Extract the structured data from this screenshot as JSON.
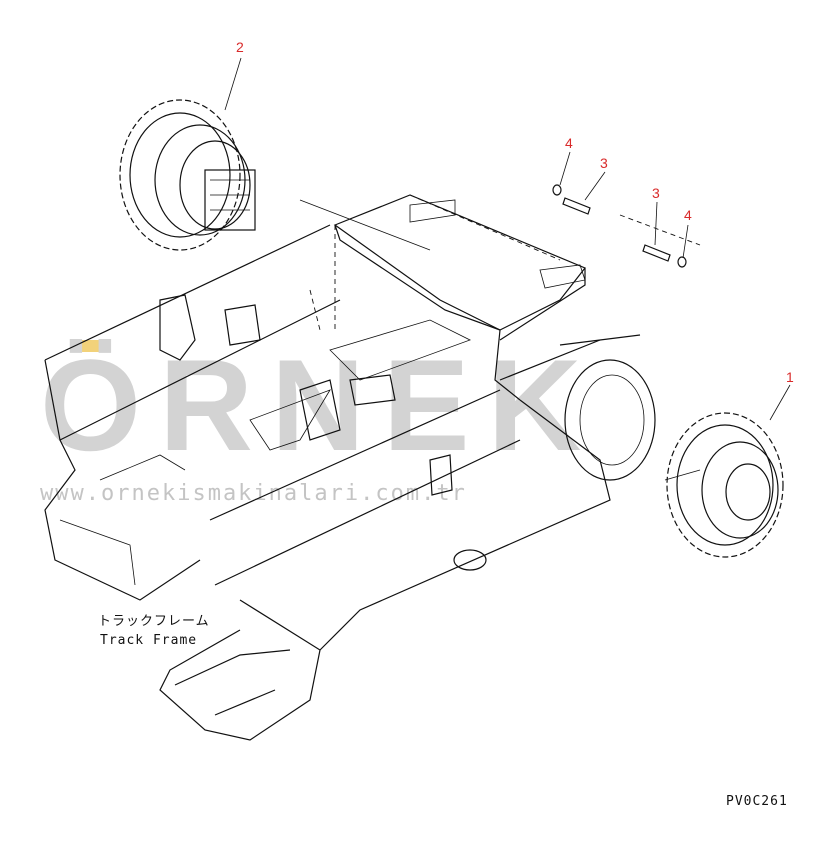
{
  "diagram": {
    "callouts": [
      {
        "id": "part-2",
        "label": "2"
      },
      {
        "id": "part-4a",
        "label": "4"
      },
      {
        "id": "part-3a",
        "label": "3"
      },
      {
        "id": "part-3b",
        "label": "3"
      },
      {
        "id": "part-4b",
        "label": "4"
      },
      {
        "id": "part-1",
        "label": "1"
      }
    ],
    "frame_label_jp": "トラックフレーム",
    "frame_label_en": "Track Frame",
    "drawing_code": "PV0C261",
    "watermark": {
      "logo_text": "ÖRNEK",
      "url_text": "www.ornekismakinalari.com.tr",
      "color": "#c8c8c8",
      "accent_color": "#f2d27a"
    },
    "callout_color": "#d92a2a"
  }
}
